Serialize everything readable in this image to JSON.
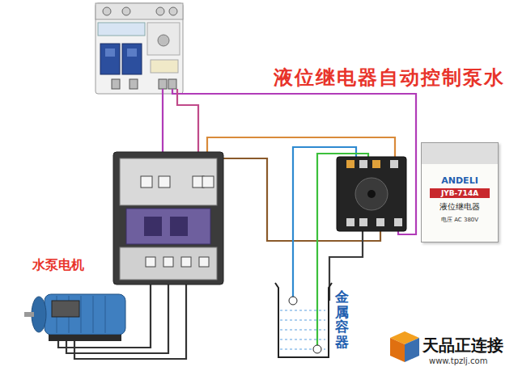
{
  "diagram": {
    "title": "液位继电器自动控制泵水",
    "nodes": [
      {
        "text": [
          "ANDELI",
          "JYB-714A",
          "液位继电器",
          "电压 AC 380V"
        ]
      }
    ],
    "labels": [
      "水泵电机",
      "金属容器",
      "天品正连接",
      "www.tpzlj.com"
    ]
  }
}
